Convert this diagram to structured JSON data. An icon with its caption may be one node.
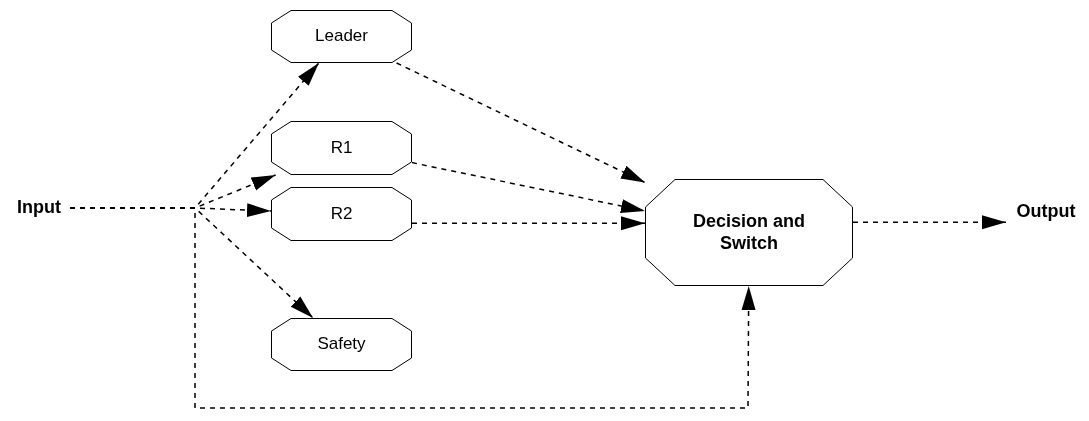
{
  "diagram": {
    "nodes": [
      {
        "text": [
          "Input"
        ]
      },
      {
        "text": [
          "Leader"
        ]
      },
      {
        "text": [
          "R1"
        ]
      },
      {
        "text": [
          "R2"
        ]
      },
      {
        "text": [
          "Safety"
        ]
      },
      {
        "text": [
          "Decision and Switch"
        ]
      },
      {
        "text": [
          "Output"
        ]
      }
    ],
    "edges": [
      {
        "from": 0,
        "to": 1,
        "arrow": "to"
      },
      {
        "from": 0,
        "to": 2,
        "arrow": "to"
      },
      {
        "from": 0,
        "to": 3,
        "arrow": "to"
      },
      {
        "from": 0,
        "to": 4,
        "arrow": "to"
      },
      {
        "from": 0,
        "to": 5,
        "arrow": "to"
      },
      {
        "from": 1,
        "to": 5,
        "arrow": "to"
      },
      {
        "from": 2,
        "to": 5,
        "arrow": "to"
      },
      {
        "from": 3,
        "to": 5,
        "arrow": "to"
      },
      {
        "from": 5,
        "to": 6,
        "arrow": "to"
      }
    ]
  }
}
